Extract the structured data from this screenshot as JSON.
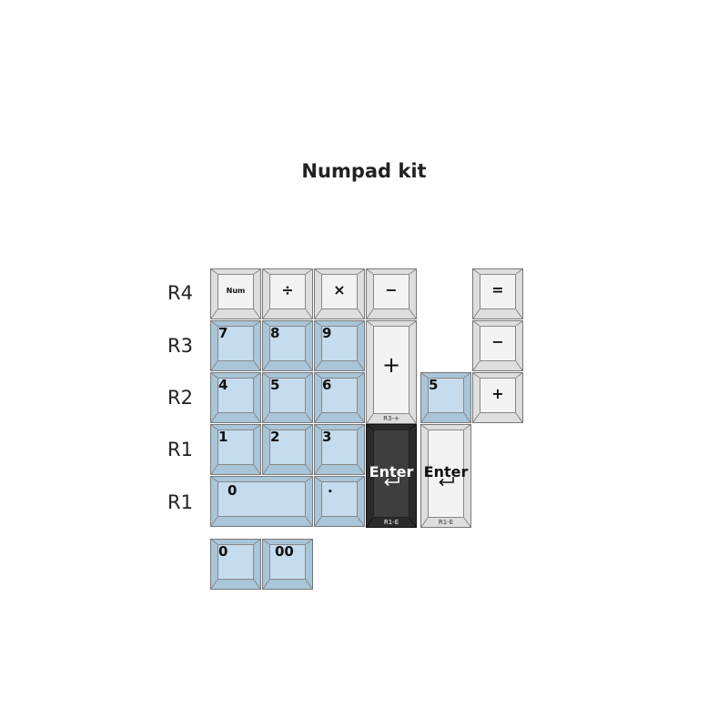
{
  "title": "Numpad kit",
  "row_labels": [
    "R4",
    "R3",
    "R2",
    "R1",
    "R1"
  ],
  "keys": {
    "num": "Num",
    "divide": "÷",
    "multiply": "×",
    "minus": "−",
    "equals": "=",
    "minus_side": "−",
    "plus_side": "+",
    "k7": "7",
    "k8": "8",
    "k9": "9",
    "plus_big": "+",
    "plus_big_front": "R3-+",
    "k4": "4",
    "k5": "5",
    "k6": "6",
    "k5_extra": "5",
    "k1": "1",
    "k2": "2",
    "k3": "3",
    "enter_dark": "Enter",
    "enter_dark_front": "R1-E",
    "enter_light": "Enter",
    "enter_light_front": "R1-E",
    "k0_wide": "0",
    "dot": ".",
    "k0_extra": "0",
    "k00": "00"
  },
  "colors": {
    "gray_key": "#f3f3f3",
    "blue_key": "#c4dced",
    "dark_key": "#3e3e3e"
  }
}
